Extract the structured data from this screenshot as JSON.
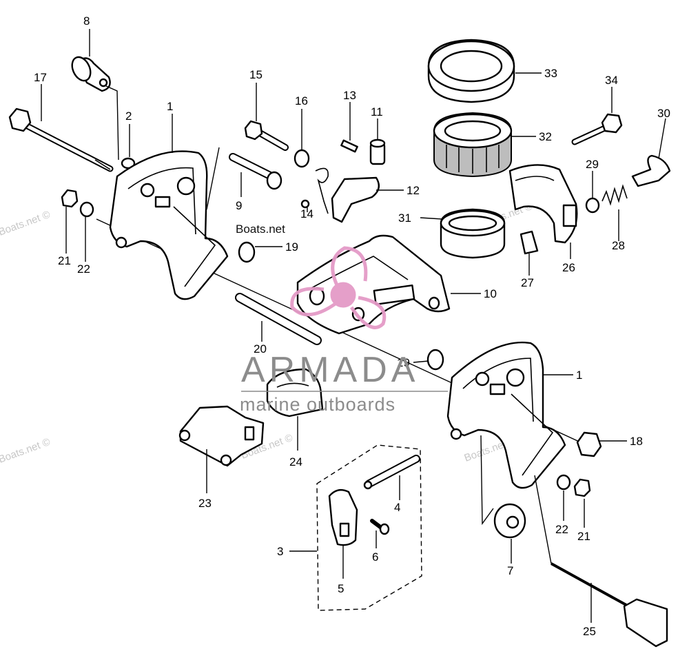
{
  "diagram": {
    "callouts": [
      "8",
      "17",
      "2",
      "1",
      "15",
      "16",
      "13",
      "11",
      "33",
      "34",
      "30",
      "32",
      "29",
      "12",
      "9",
      "14",
      "31",
      "28",
      "21",
      "22",
      "19",
      "26",
      "27",
      "10",
      "20",
      "19",
      "1",
      "18",
      "24",
      "23",
      "4",
      "22",
      "21",
      "3",
      "6",
      "7",
      "5",
      "25"
    ]
  },
  "watermark": {
    "site_text": "Boats.net",
    "site_text_copyright": "Boats.net ©",
    "brand_name": "ARMADA",
    "brand_tagline": "marine outboards",
    "brand_color": "#e49ac7"
  }
}
